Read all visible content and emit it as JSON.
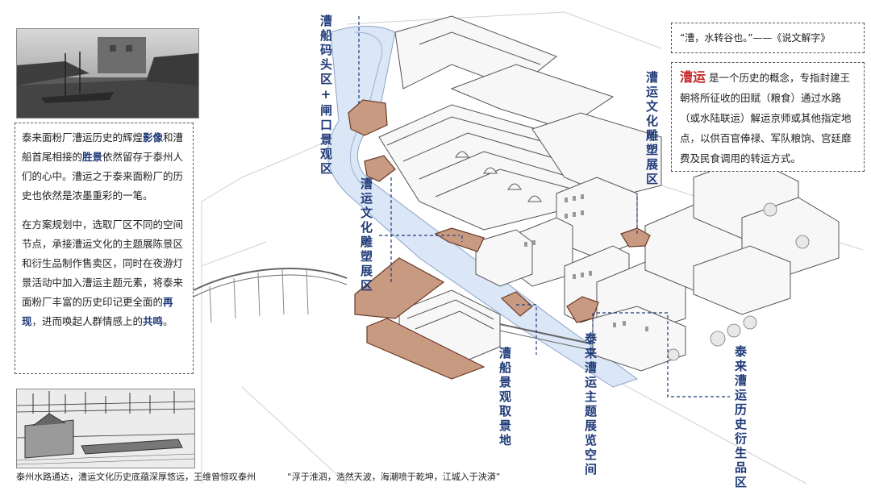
{
  "top_photo": {
    "alt_icon": "historic-canal-photo"
  },
  "bottom_photo": {
    "alt_icon": "historic-harbor-sketch"
  },
  "left_text": {
    "p1_a": "泰来面粉厂漕运历史的辉煌",
    "p1_b": "影像",
    "p1_c": "和漕船首尾相接的",
    "p1_d": "胜景",
    "p1_e": "依然留存于泰州人们的心中。漕运之于泰来面粉厂的历史也依然是浓墨重彩的一笔。",
    "p2_a": "在方案规划中，选取厂区不同的空间节点，承接漕运文化的主题展陈景区和衍生品制作售卖区，同时在夜游灯景活动中加入漕运主题元素，将泰来面粉厂丰富的历史印记更全面的",
    "p2_b": "再现",
    "p2_c": "，进而唤起人群情感上的",
    "p2_d": "共鸣",
    "p2_e": "。"
  },
  "quote": "“漕，水转谷也。”——《说文解字》",
  "definition": {
    "term": "漕运",
    "body": "是一个历史的概念，专指封建王朝将所征收的田赋（粮食）通过水路（或水陆联运）解运京师或其他指定地点，以供百官俸禄、军队粮饷、宫廷靡费及民食调用的转运方式。"
  },
  "labels": {
    "dock_gate": "漕船码头区+闸口景观区",
    "sculpture_left": "漕运文化雕塑展区",
    "sculpture_right": "漕运文化雕塑展区",
    "boat_view": "漕船景观取景地",
    "theme_space": "泰来漕运主题展览空间",
    "derivative": "泰来漕运历史衍生品区"
  },
  "captions": {
    "left": "泰州水路通达，漕运文化历史底蕴深厚悠远，王维曾惊叹泰州",
    "right": "“浮于淮泗，浩然天波，海潮喷于乾坤，江城入于泱漭”"
  },
  "colors": {
    "label_blue": "#1f3a78",
    "zone_fill": "#c99a82",
    "zone_stroke": "#6b3a26",
    "water": "#dbe6f6",
    "term_red": "#c0282b"
  }
}
